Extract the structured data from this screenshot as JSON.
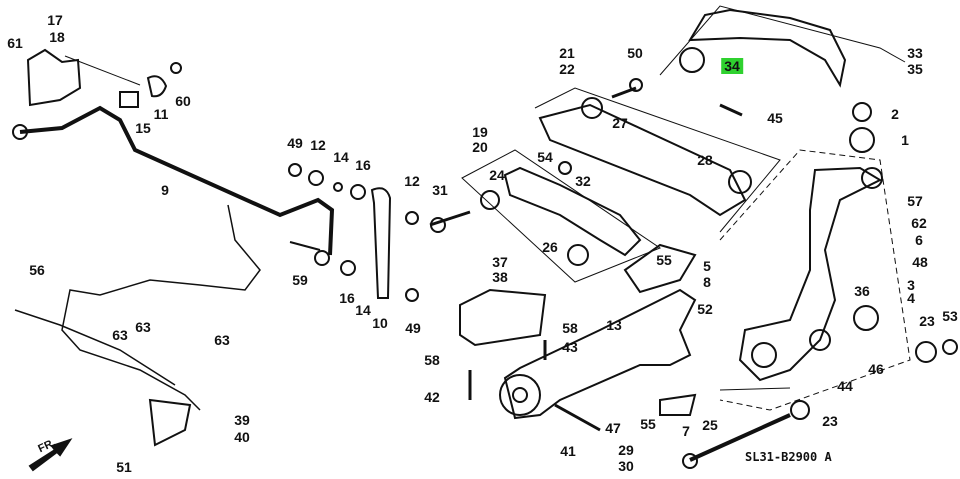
{
  "diagram": {
    "code": "SL31-B2900 A",
    "direction_label": "FR.",
    "highlight_color": "#2fd12f",
    "highlighted_part": "34",
    "labels": [
      "17",
      "18",
      "61",
      "60",
      "11",
      "15",
      "9",
      "49",
      "12",
      "14",
      "16",
      "12",
      "31",
      "19",
      "20",
      "24",
      "54",
      "32",
      "26",
      "21",
      "22",
      "50",
      "27",
      "28",
      "34",
      "33",
      "35",
      "45",
      "2",
      "1",
      "57",
      "62",
      "6",
      "48",
      "3",
      "4",
      "36",
      "23",
      "53",
      "46",
      "44",
      "23",
      "37",
      "38",
      "55",
      "5",
      "8",
      "52",
      "13",
      "58",
      "43",
      "58",
      "42",
      "47",
      "55",
      "7",
      "25",
      "41",
      "29",
      "30",
      "56",
      "63",
      "63",
      "63",
      "59",
      "16",
      "14",
      "10",
      "49",
      "39",
      "40",
      "51"
    ]
  }
}
